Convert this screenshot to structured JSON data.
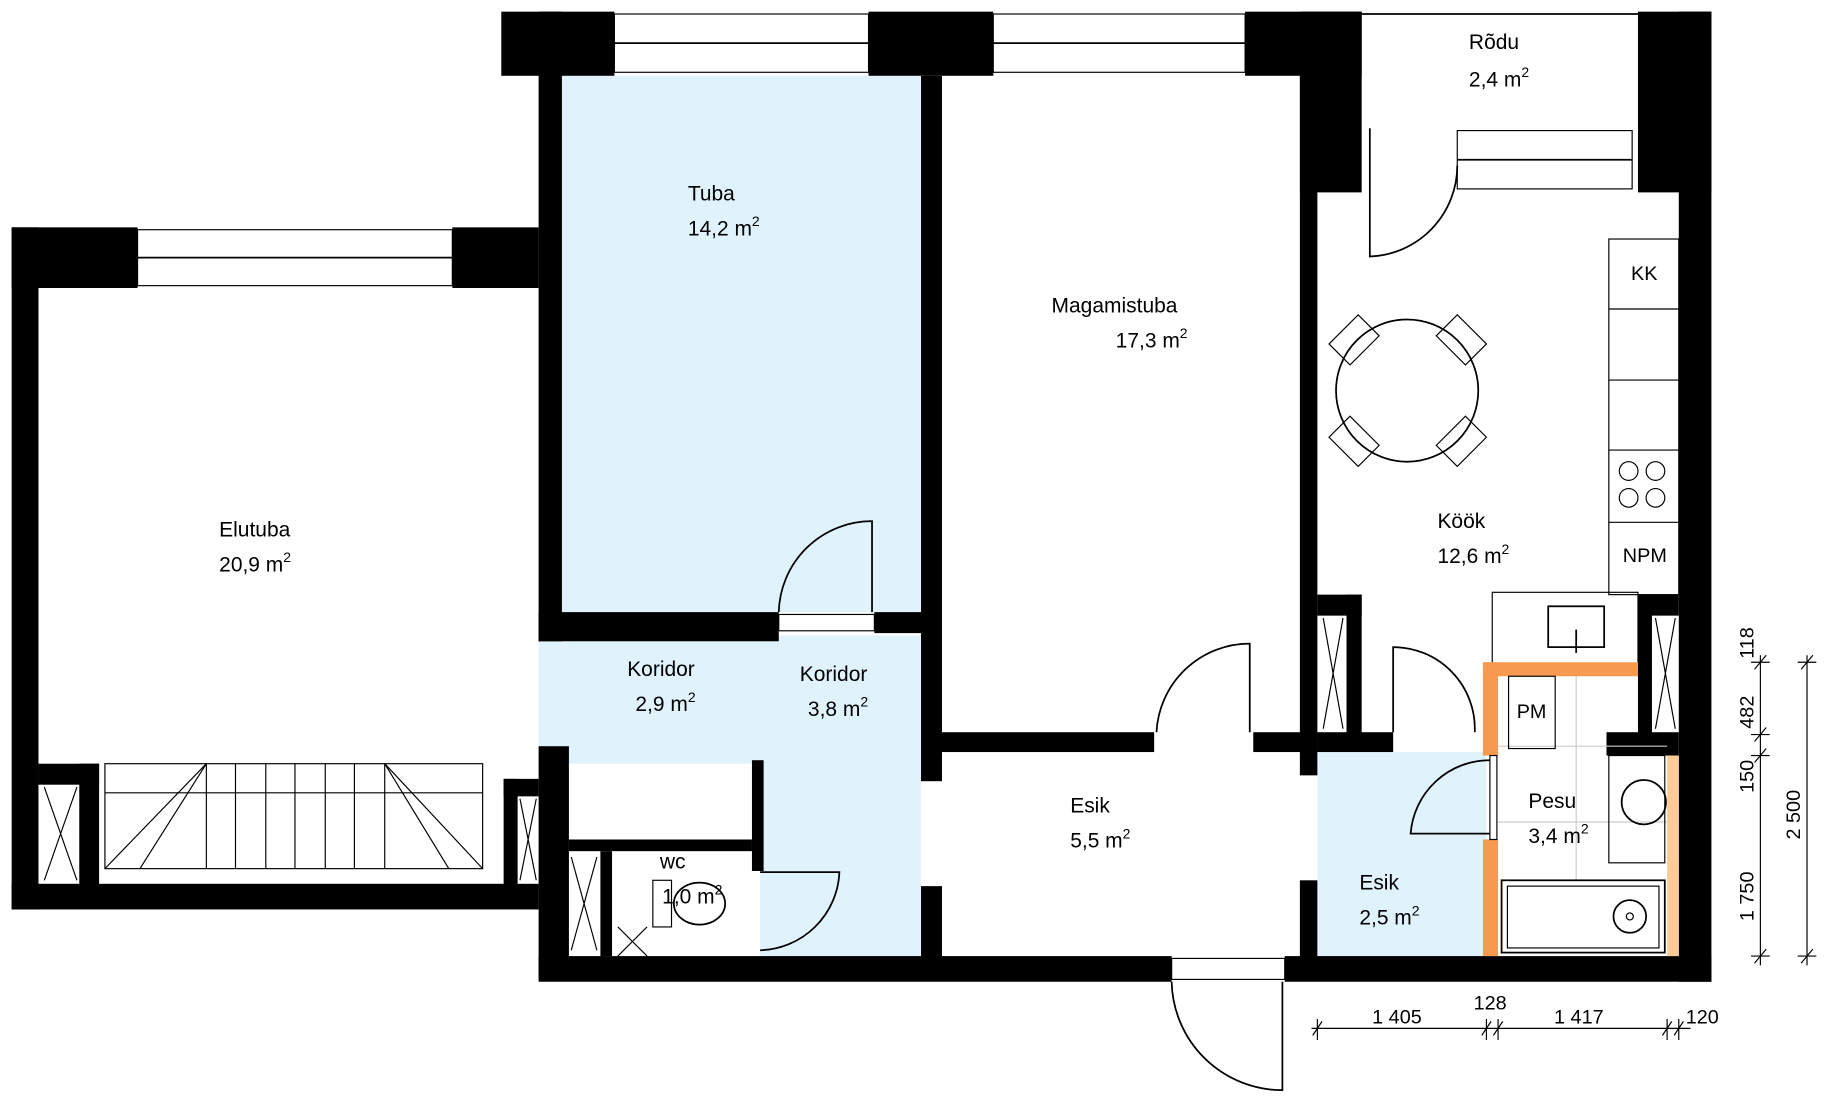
{
  "rooms": [
    {
      "name": "Elutuba",
      "area": "20,9 m",
      "sup": "2"
    },
    {
      "name": "Tuba",
      "area": "14,2 m",
      "sup": "2"
    },
    {
      "name": "Magamistuba",
      "area": "17,3 m",
      "sup": "2"
    },
    {
      "name": "Rõdu",
      "area": "2,4 m",
      "sup": "2"
    },
    {
      "name": "Köök",
      "area": "12,6 m",
      "sup": "2"
    },
    {
      "name": "Koridor",
      "area": "2,9 m",
      "sup": "2"
    },
    {
      "name": "Koridor",
      "area": "3,8 m",
      "sup": "2"
    },
    {
      "name": "Esik",
      "area": "5,5 m",
      "sup": "2"
    },
    {
      "name": "Esik",
      "area": "2,5 m",
      "sup": "2"
    },
    {
      "name": "Pesu",
      "area": "3,4 m",
      "sup": "2"
    },
    {
      "name": "WC",
      "area": "1,0 m",
      "sup": "2"
    }
  ],
  "fixtures": {
    "fridge": "KK",
    "dishwasher": "NPM",
    "washing_machine": "PM"
  },
  "dimensions": {
    "horizontal": [
      "1 405",
      "128",
      "1 417",
      "120"
    ],
    "vertical": [
      "118",
      "482",
      "150",
      "1 750"
    ],
    "total_height": "2 500"
  },
  "colors": {
    "room_fill": "#e0f3fc",
    "partition": "#f79a4f",
    "partition_light": "#ffcc99",
    "wall": "#000000"
  }
}
